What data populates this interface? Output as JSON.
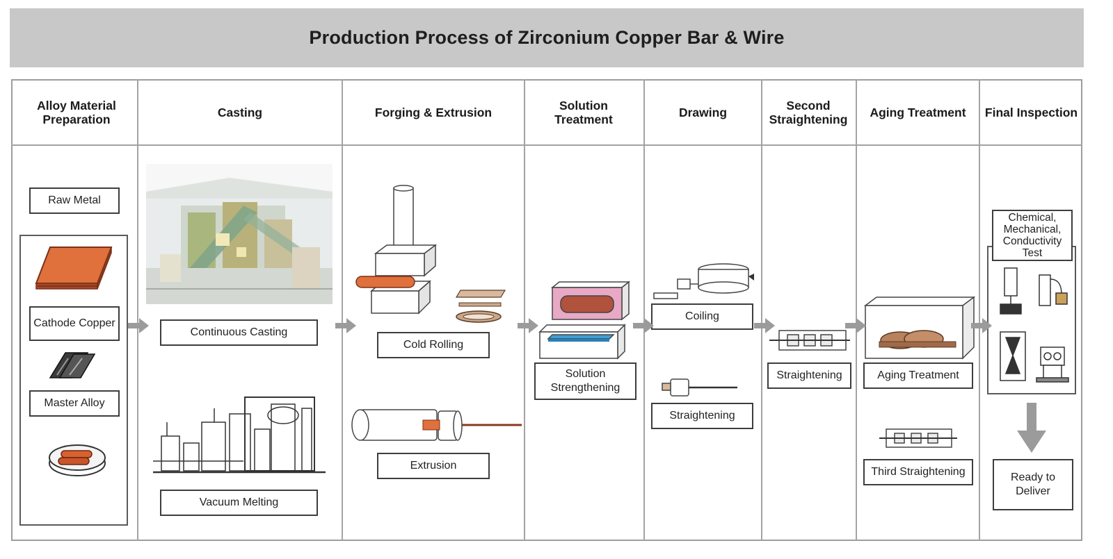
{
  "title": "Production Process of Zirconium Copper Bar & Wire",
  "columns": [
    {
      "id": "alloy-material-preparation",
      "label": "Alloy Material Preparation"
    },
    {
      "id": "casting",
      "label": "Casting"
    },
    {
      "id": "forging-extrusion",
      "label": "Forging & Extrusion"
    },
    {
      "id": "solution-treatment",
      "label": "Solution Treatment"
    },
    {
      "id": "drawing",
      "label": "Drawing"
    },
    {
      "id": "second-straightening",
      "label": "Second Straightening"
    },
    {
      "id": "aging-treatment",
      "label": "Aging Treatment"
    },
    {
      "id": "final-inspection",
      "label": "Final Inspection"
    }
  ],
  "steps": {
    "raw_metal": "Raw Metal",
    "cathode_copper": "Cathode Copper",
    "master_alloy": "Master Alloy",
    "continuous_casting": "Continuous Casting",
    "vacuum_melting": "Vacuum Melting",
    "cold_rolling": "Cold Rolling",
    "extrusion": "Extrusion",
    "solution_strengthening": "Solution Strengthening",
    "coiling": "Coiling",
    "straightening_drawing": "Straightening",
    "straightening_second": "Straightening",
    "aging_treatment": "Aging Treatment",
    "third_straightening": "Third Straightening",
    "test": "Chemical, Mechanical, Conductivity Test",
    "ready_to_deliver": "Ready to Deliver"
  },
  "icons": {
    "cathode_copper": "copper-plate-icon",
    "master_alloy": "alloy-bars-icon",
    "raw_billets": "billet-tray-icon",
    "continuous_casting": "casting-plant-image",
    "vacuum_melting": "vacuum-furnace-icon",
    "cold_rolling": "forging-press-icon",
    "rolled_products": "rolled-strip-icon",
    "extrusion": "extrusion-press-icon",
    "solution_strengthening": "solution-furnace-icon",
    "coiling": "coiling-machine-icon",
    "straightening": "straightening-machine-icon",
    "aging_treatment": "aging-furnace-icon",
    "testing": "test-equipment-icon",
    "flow_arrow": "flow-arrow-icon",
    "down_arrow": "down-arrow-icon"
  },
  "colors": {
    "title_bar": "#c7c8c7",
    "copper": "#e0703c",
    "copper_dark": "#8a3a1f",
    "pink_furnace": "#e8a9c6",
    "blue_tank": "#3fa0d8",
    "arrow_gray": "#9b9b9b",
    "line_gray": "#a3a3a3"
  }
}
